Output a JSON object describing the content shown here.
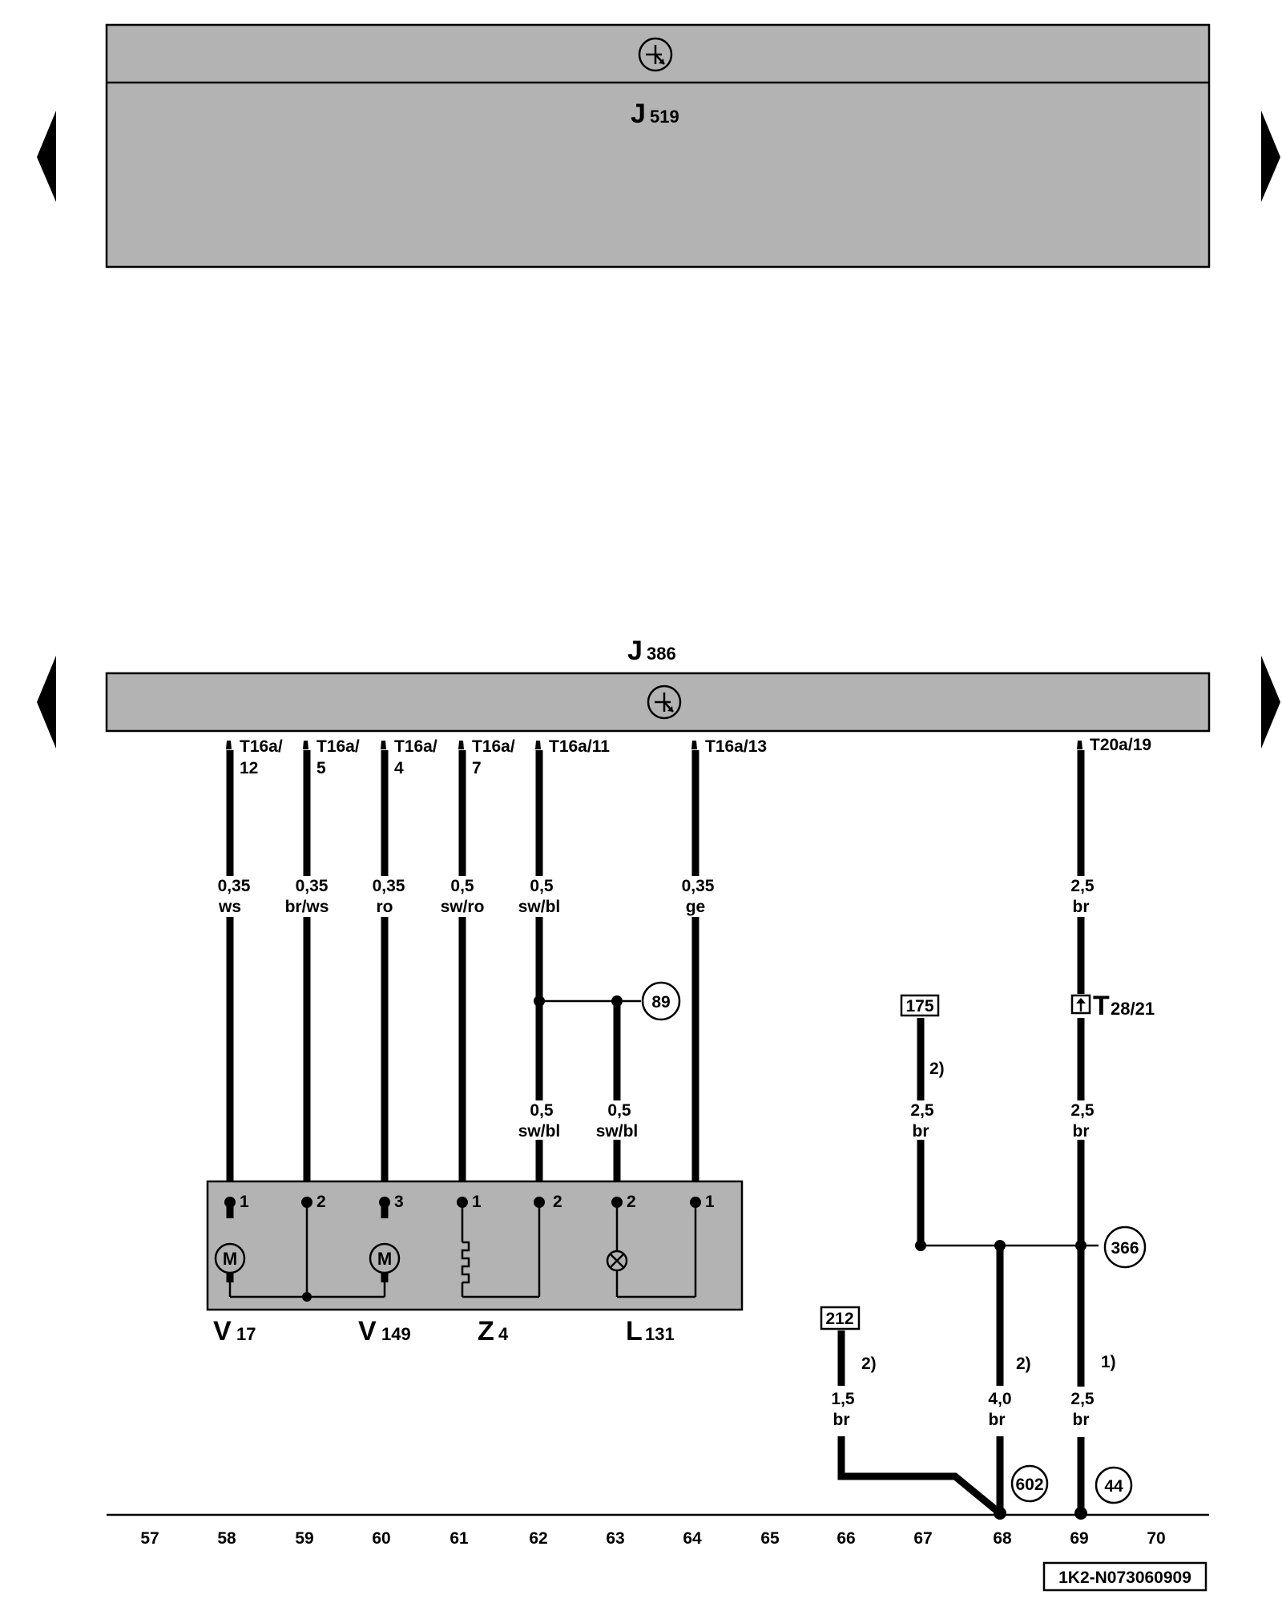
{
  "top_module": {
    "name": "J",
    "sub": "519"
  },
  "main_module": {
    "name": "J",
    "sub": "386"
  },
  "pins": [
    {
      "l1": "T16a/",
      "l2": "12"
    },
    {
      "l1": "T16a/",
      "l2": "5"
    },
    {
      "l1": "T16a/",
      "l2": "4"
    },
    {
      "l1": "T16a/",
      "l2": "7"
    },
    {
      "l1": "T16a/11",
      "l2": ""
    },
    {
      "l1": "T16a/13",
      "l2": ""
    },
    {
      "l1": "T20a/19",
      "l2": ""
    }
  ],
  "wires_upper": [
    {
      "size": "0,35",
      "color": "ws"
    },
    {
      "size": "0,35",
      "color": "br/ws"
    },
    {
      "size": "0,35",
      "color": "ro"
    },
    {
      "size": "0,5",
      "color": "sw/ro"
    },
    {
      "size": "0,5",
      "color": "sw/bl"
    },
    {
      "size": "0,35",
      "color": "ge"
    },
    {
      "size": "2,5",
      "color": "br"
    }
  ],
  "wires_lower": [
    {
      "size": "0,5",
      "color": "sw/bl"
    },
    {
      "size": "0,5",
      "color": "sw/bl"
    },
    {
      "size": "2,5",
      "color": "br"
    },
    {
      "size": "2,5",
      "color": "br"
    }
  ],
  "wires_bottom": [
    {
      "size": "1,5",
      "color": "br"
    },
    {
      "size": "4,0",
      "color": "br"
    },
    {
      "size": "2,5",
      "color": "br"
    }
  ],
  "component_pins": [
    "1",
    "2",
    "3",
    "1",
    "2",
    "2",
    "1"
  ],
  "components": [
    {
      "name": "V",
      "sub": "17"
    },
    {
      "name": "V",
      "sub": "149"
    },
    {
      "name": "Z",
      "sub": "4"
    },
    {
      "name": "L",
      "sub": "131"
    }
  ],
  "motor_symbol": "M",
  "connector": {
    "name": "T",
    "sub": "28/21"
  },
  "circle_refs": {
    "r89": "89",
    "r366": "366",
    "r602": "602",
    "r44": "44"
  },
  "box_refs": {
    "b175": "175",
    "b212": "212"
  },
  "footnotes": {
    "f1": "2)",
    "f2": "2)",
    "f3": "2)",
    "f4": "1)"
  },
  "tracks": [
    "57",
    "58",
    "59",
    "60",
    "61",
    "62",
    "63",
    "64",
    "65",
    "66",
    "67",
    "68",
    "69",
    "70"
  ],
  "doc_id": "1K2-N073060909"
}
